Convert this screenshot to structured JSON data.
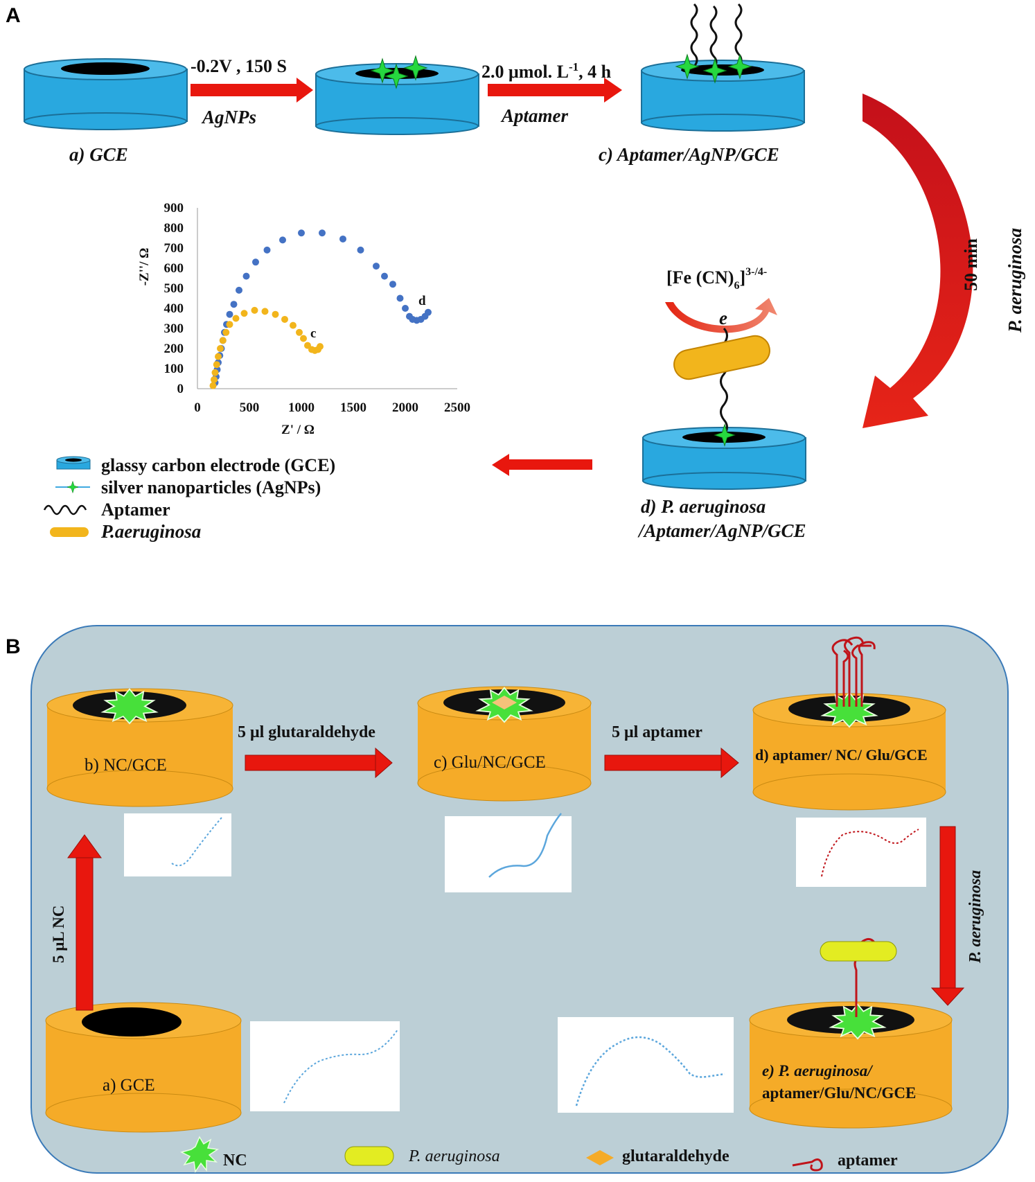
{
  "panel_a": {
    "letter": "A",
    "step1_top": "-0.2V , 150 S",
    "step1_bottom": "AgNPs",
    "step2_top": "2.0 μmol. L",
    "step2_top_sup": "-1",
    "step2_top_tail": ", 4 h",
    "step2_bottom": "Aptamer",
    "label_a": "a) GCE",
    "label_c": "c) Aptamer/AgNP/GCE",
    "label_d1": "d) P. aeruginosa",
    "label_d2": "/Aptamer/AgNP/GCE",
    "curve_time": "50 min",
    "curve_species": "P. aeruginosa",
    "redox_main": "[Fe (CN)",
    "redox_sub": "6",
    "redox_tail": "]",
    "redox_sup": "3-/4-",
    "electron": "e",
    "legend": [
      {
        "label": "glassy carbon electrode (GCE)",
        "italic": false
      },
      {
        "label": "silver nanoparticles (AgNPs)",
        "italic": false
      },
      {
        "label": "Aptamer",
        "italic": false
      },
      {
        "label": "P.aeruginosa",
        "italic": true
      }
    ]
  },
  "chart_data": {
    "type": "scatter",
    "xlabel": "Z' / Ω",
    "ylabel": "-Z''/ Ω",
    "xlim": [
      0,
      2500
    ],
    "ylim": [
      0,
      900
    ],
    "xticks": [
      "0",
      "500",
      "1000",
      "1500",
      "2000",
      "2500"
    ],
    "yticks": [
      "0",
      "100",
      "200",
      "300",
      "400",
      "500",
      "600",
      "700",
      "800",
      "900"
    ],
    "series": [
      {
        "name": "d",
        "color": "#4472c4",
        "points": [
          [
            170,
            30
          ],
          [
            180,
            60
          ],
          [
            190,
            95
          ],
          [
            200,
            130
          ],
          [
            215,
            165
          ],
          [
            230,
            200
          ],
          [
            245,
            240
          ],
          [
            260,
            280
          ],
          [
            280,
            320
          ],
          [
            310,
            370
          ],
          [
            350,
            420
          ],
          [
            400,
            490
          ],
          [
            470,
            560
          ],
          [
            560,
            630
          ],
          [
            670,
            690
          ],
          [
            820,
            740
          ],
          [
            1000,
            775
          ],
          [
            1200,
            775
          ],
          [
            1400,
            745
          ],
          [
            1570,
            690
          ],
          [
            1720,
            610
          ],
          [
            1800,
            560
          ],
          [
            1880,
            520
          ],
          [
            1950,
            450
          ],
          [
            2000,
            400
          ],
          [
            2040,
            360
          ],
          [
            2070,
            345
          ],
          [
            2110,
            340
          ],
          [
            2150,
            345
          ],
          [
            2190,
            360
          ],
          [
            2220,
            380
          ]
        ]
      },
      {
        "name": "c",
        "color": "#f2b51c",
        "points": [
          [
            150,
            15
          ],
          [
            160,
            45
          ],
          [
            170,
            80
          ],
          [
            185,
            120
          ],
          [
            200,
            160
          ],
          [
            220,
            200
          ],
          [
            245,
            240
          ],
          [
            275,
            280
          ],
          [
            310,
            320
          ],
          [
            370,
            350
          ],
          [
            450,
            375
          ],
          [
            550,
            390
          ],
          [
            650,
            385
          ],
          [
            750,
            370
          ],
          [
            840,
            345
          ],
          [
            920,
            315
          ],
          [
            980,
            280
          ],
          [
            1020,
            250
          ],
          [
            1060,
            215
          ],
          [
            1100,
            195
          ],
          [
            1130,
            190
          ],
          [
            1160,
            195
          ],
          [
            1180,
            210
          ]
        ]
      }
    ]
  },
  "panel_b": {
    "letter": "B",
    "label_a": "a) GCE",
    "label_b": "b) NC/GCE",
    "label_c": "c) Glu/NC/GCE",
    "label_d": "d) aptamer/ NC/ Glu/GCE",
    "label_e1": "e) P. aeruginosa/",
    "label_e2": "aptamer/Glu/NC/GCE",
    "arrow_nc": "5 μL NC",
    "arrow_glu": "5 μl glutaraldehyde",
    "arrow_apt": "5 μl aptamer",
    "arrow_pa": "P. aeruginosa",
    "legend": [
      {
        "label": "NC",
        "italic": false
      },
      {
        "label": "P. aeruginosa",
        "italic": true
      },
      {
        "label": "glutaraldehyde",
        "italic": false
      },
      {
        "label": "aptamer",
        "italic": false
      }
    ]
  },
  "colors": {
    "electrode_blue": "#29a8df",
    "electrode_gold": "#f5ab28",
    "arrow_red": "#e8170e",
    "panel_bg": "#bccfd6",
    "nc_green": "#47e03a",
    "pa_yellow": "#e3ec22",
    "aptamer_red": "#c0141a",
    "curve_blue": "#5ba6dc"
  }
}
